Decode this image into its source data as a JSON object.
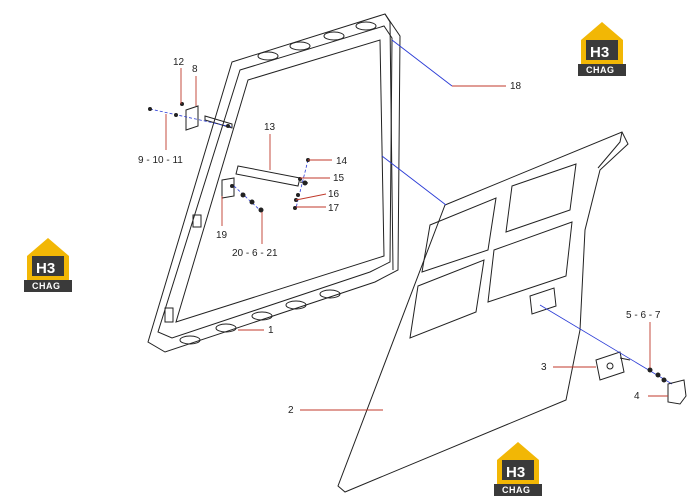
{
  "logo": {
    "main": "H3",
    "sub": "CHAG",
    "color_yellow": "#F2B705",
    "color_dark": "#3a3a3a"
  },
  "callouts": [
    {
      "id": "c-1",
      "text": "1"
    },
    {
      "id": "c-2",
      "text": "2"
    },
    {
      "id": "c-3",
      "text": "3"
    },
    {
      "id": "c-4",
      "text": "4"
    },
    {
      "id": "c-8",
      "text": "8"
    },
    {
      "id": "c-12",
      "text": "12"
    },
    {
      "id": "c-13",
      "text": "13"
    },
    {
      "id": "c-14",
      "text": "14"
    },
    {
      "id": "c-15",
      "text": "15"
    },
    {
      "id": "c-16",
      "text": "16"
    },
    {
      "id": "c-17",
      "text": "17"
    },
    {
      "id": "c-18",
      "text": "18"
    },
    {
      "id": "c-19",
      "text": "19"
    },
    {
      "id": "c-9-10-11",
      "text": "9 - 10 - 11"
    },
    {
      "id": "c-20-6-21",
      "text": "20 - 6 - 21"
    },
    {
      "id": "c-5-6-7",
      "text": "5 - 6 - 7"
    }
  ],
  "colors": {
    "leader_red": "#c0392b",
    "leader_blue": "#2a3bd6",
    "line": "#222222"
  }
}
